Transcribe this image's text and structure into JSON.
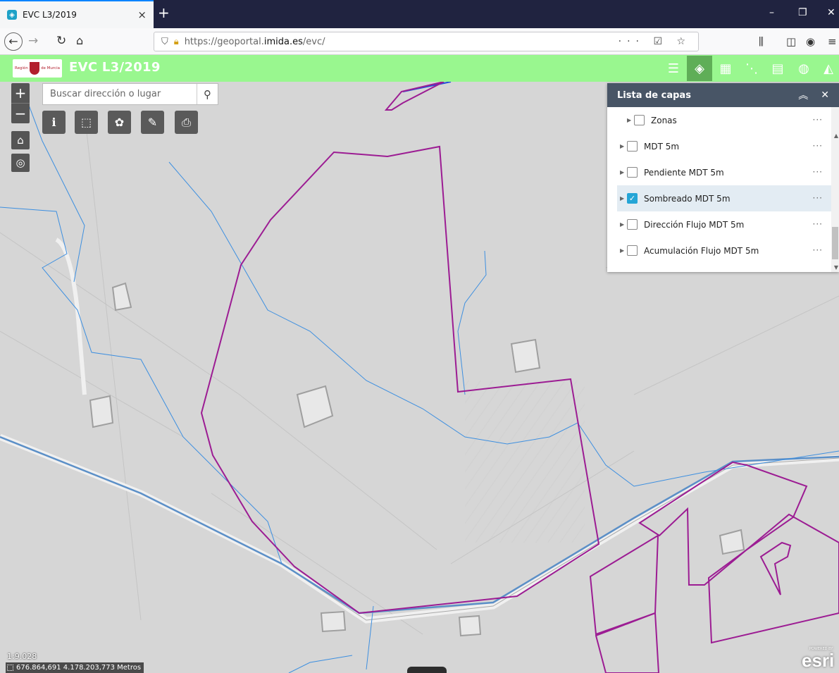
{
  "browser": {
    "tab_title": "EVC L3/2019",
    "tab_close": "×",
    "new_tab": "+",
    "url_scheme": "https://geoportal.",
    "url_domain": "imida.es",
    "url_path": "/evc/",
    "url_actions": "··· ☑ ☆",
    "win_min": "–",
    "win_max": "❐",
    "win_close": "✕"
  },
  "app": {
    "title": "EVC L3/2019",
    "logo_left": "Región",
    "logo_right": "de Murcia"
  },
  "search": {
    "placeholder": "Buscar dirección o lugar"
  },
  "layer_panel": {
    "title": "Lista de capas",
    "collapse": "︽",
    "close": "✕",
    "layers": [
      {
        "label": "Zonas",
        "checked": false
      },
      {
        "label": "MDT 5m",
        "checked": false
      },
      {
        "label": "Pendiente MDT 5m",
        "checked": false
      },
      {
        "label": "Sombreado MDT 5m",
        "checked": true
      },
      {
        "label": "Dirección Flujo MDT 5m",
        "checked": false
      },
      {
        "label": "Acumulación Flujo MDT 5m",
        "checked": false
      }
    ],
    "menu_glyph": "···"
  },
  "map": {
    "scale": "1:9.028",
    "coordinates": "676.864,691 4.178.203,773 Metros",
    "attribution_small": "POWERED BY",
    "attribution_word": "esri"
  },
  "colors": {
    "header_bg": "#99f78f",
    "polygon_stroke": "#9c1c93",
    "stream_stroke": "#3d8fe0",
    "panel_header": "#485566",
    "check_accent": "#24a5d6"
  }
}
